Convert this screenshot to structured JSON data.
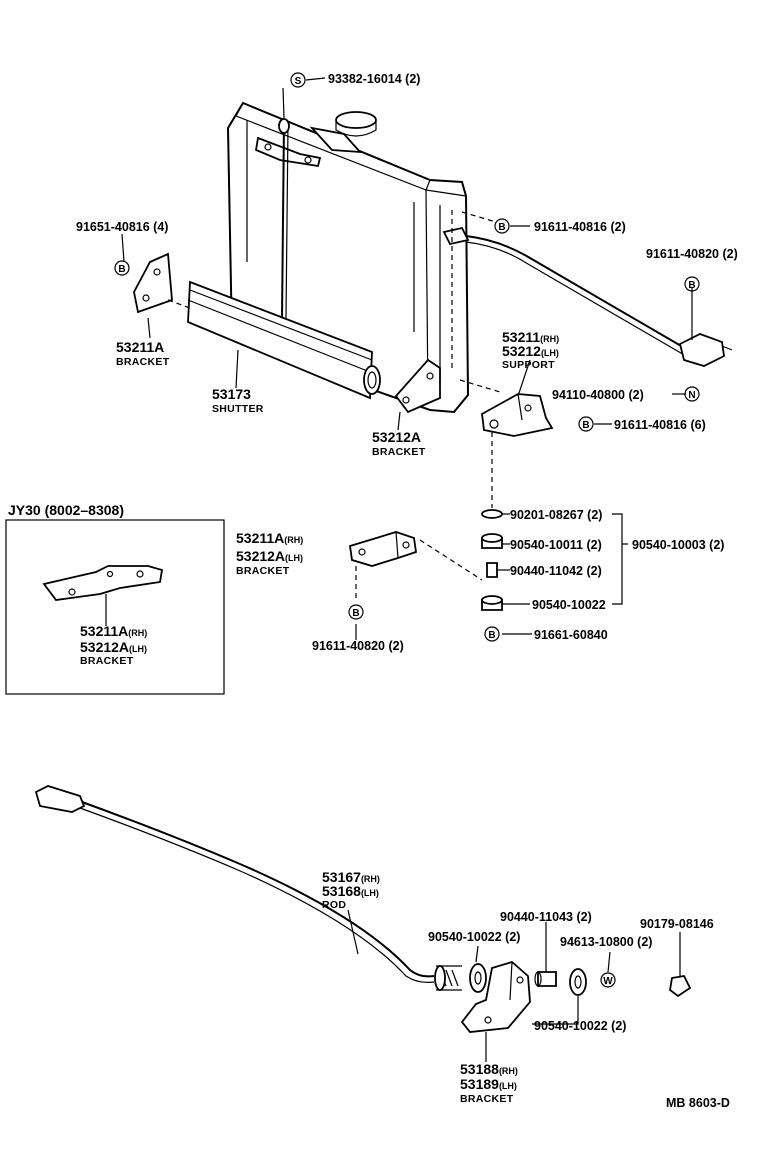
{
  "callouts": {
    "screw_top": "93382-16014 (2)",
    "bolt_left_bracket": "91651-40816 (4)",
    "bolt_right_top": "91611-40816 (2)",
    "bolt_rod_end": "91611-40820 (2)",
    "nut_rod_end": "94110-40800 (2)",
    "bolt_support": "91611-40816 (6)",
    "washer_90201": "90201-08267 (2)",
    "cushion_90540_10011": "90540-10011 (2)",
    "collar_90440_11042": "90440-11042 (2)",
    "cushion_group": "90540-10003 (2)",
    "cushion_90540_10022": "90540-10022",
    "bolt_91661": "91661-60840",
    "bolt_jy_bracket": "91611-40820 (2)",
    "collar_lower": "90440-11043 (2)",
    "cushion_lower_left": "90540-10022 (2)",
    "washer_lower": "94613-10800 (2)",
    "nut_lower": "90179-08146",
    "cushion_lower_right": "90540-10022 (2)"
  },
  "parts": {
    "bracket_left": {
      "number": "53211A",
      "name": "BRACKET"
    },
    "shutter": {
      "number": "53173",
      "name": "SHUTTER"
    },
    "bracket_right": {
      "number": "53212A",
      "name": "BRACKET"
    },
    "support": {
      "rh": "53211",
      "rh_tag": "(RH)",
      "lh": "53212",
      "lh_tag": "(LH)",
      "name": "SUPPORT"
    },
    "bracket_mid": {
      "rh": "53211A",
      "rh_tag": "(RH)",
      "lh": "53212A",
      "lh_tag": "(LH)",
      "name": "BRACKET"
    },
    "rod": {
      "rh": "53167",
      "rh_tag": "(RH)",
      "lh": "53168",
      "lh_tag": "(LH)",
      "name": "ROD"
    },
    "bracket_lower": {
      "rh": "53188",
      "rh_tag": "(RH)",
      "lh": "53189",
      "lh_tag": "(LH)",
      "name": "BRACKET"
    }
  },
  "inset": {
    "title": "JY30 (8002–8308)",
    "rh": "53211A",
    "rh_tag": "(RH)",
    "lh": "53212A",
    "lh_tag": "(LH)",
    "name": "BRACKET"
  },
  "symbols": {
    "bolt": "B",
    "screw": "S",
    "nut": "N",
    "washer": "W"
  },
  "footer": {
    "code": "MB  8603-D"
  }
}
